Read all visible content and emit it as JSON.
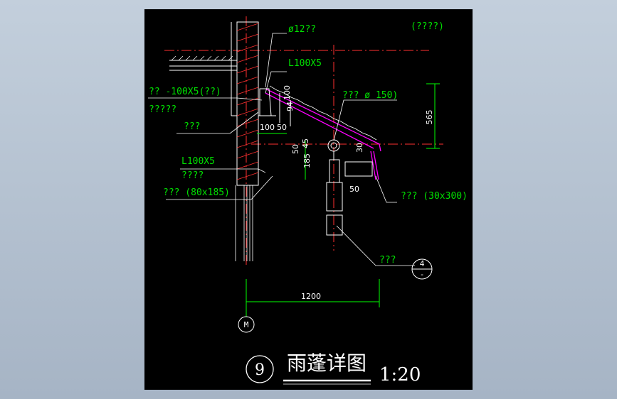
{
  "drawing": {
    "title": "雨蓬详图",
    "scale": "1:20",
    "detail_number": "9",
    "axis_label": "M",
    "section_ref_top": "4",
    "section_ref_bottom": "-"
  },
  "annotations": {
    "rebar": "ø12??",
    "angle_top": "L100X5",
    "plate": "?? -100X5(??)",
    "plate_note": "?????",
    "fill": "???",
    "angle_bottom": "L100X5",
    "angle_bottom_note": "????",
    "beam": "???  (80x185)",
    "pipe": "??? ø 150)",
    "fascia": "???  (30x300)",
    "column": "???",
    "top_note": "(????)"
  },
  "dimensions": {
    "width": "1200",
    "height": "565",
    "d100": "100",
    "d50a": "50",
    "d50b": "50",
    "d45": "45",
    "d185": "185",
    "d30": "30",
    "d50c": "50",
    "d94": "94",
    "d100b": "100"
  },
  "colors": {
    "background": "#000000",
    "text_green": "#00e000",
    "text_white": "#ffffff",
    "axis_red": "#ff3030",
    "roof_magenta": "#ff00ff",
    "dim_green": "#00ff00"
  }
}
